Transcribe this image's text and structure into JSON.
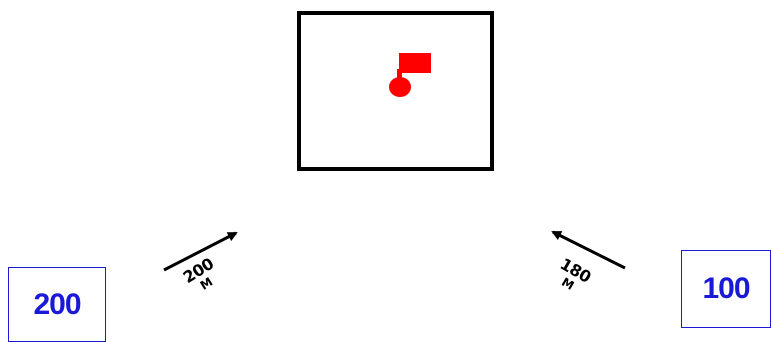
{
  "diagram": {
    "boxes": {
      "left_value": "200",
      "right_value": "100"
    },
    "distances": {
      "left": {
        "value": "200",
        "unit": "M"
      },
      "right": {
        "value": "180",
        "unit": "M"
      }
    },
    "colors": {
      "box_border": "#1a1ad6",
      "box_text": "#1a1ad6",
      "flag": "#ff0000",
      "frame": "#000000",
      "arrow": "#000000"
    },
    "icons": {
      "target": "flag-icon"
    }
  }
}
